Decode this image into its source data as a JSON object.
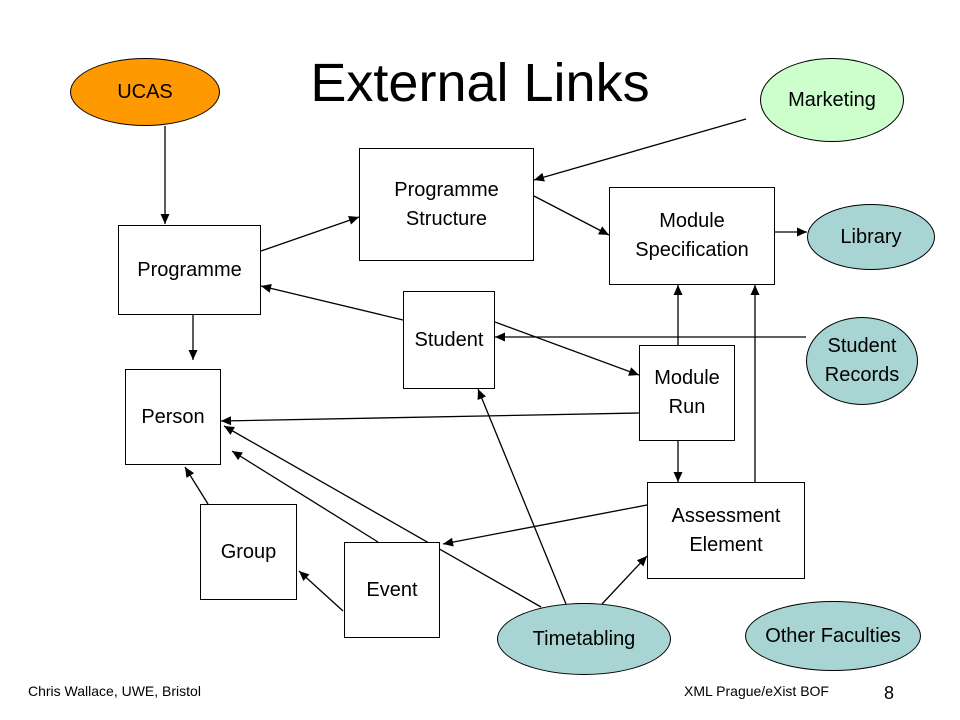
{
  "title": "External Links",
  "colors": {
    "ucas_fill": "#FF9900",
    "marketing_fill": "#CCFFCC",
    "external_fill": "#A8D4D4",
    "line": "#000000"
  },
  "entities": {
    "programme_structure": "Programme\nStructure",
    "module_specification": "Module\nSpecification",
    "programme": "Programme",
    "student": "Student",
    "module_run": "Module\nRun",
    "person": "Person",
    "assessment_element": "Assessment\nElement",
    "group": "Group",
    "event": "Event"
  },
  "external_systems": {
    "ucas": "UCAS",
    "marketing": "Marketing",
    "library": "Library",
    "student_records": "Student\nRecords",
    "timetabling": "Timetabling",
    "other_faculties": "Other Faculties"
  },
  "footer": {
    "left": "Chris Wallace, UWE, Bristol",
    "right": "XML Prague/eXist BOF",
    "page_number": "8"
  }
}
